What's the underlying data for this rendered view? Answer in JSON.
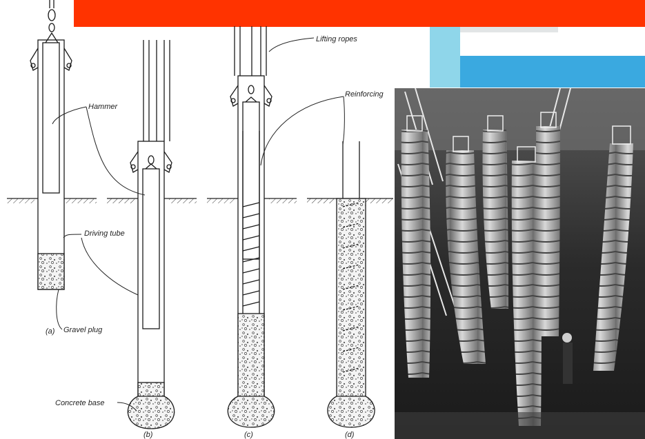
{
  "colors": {
    "banner": "#ff3300",
    "banner_accent": "#7cd0e6",
    "drawing_ink": "#1a1a1a"
  },
  "labels": {
    "hammer": "Hammer",
    "lifting_ropes": "Lifting ropes",
    "reinforcing": "Reinforcing",
    "driving_tube": "Driving tube",
    "gravel_plug": "Gravel plug",
    "concrete_base": "Concrete base",
    "stage_a": "(a)",
    "stage_b": "(b)",
    "stage_c": "(c)",
    "stage_d": "(d)"
  },
  "photo": {
    "description_icon": "concrete-pile-photo"
  }
}
